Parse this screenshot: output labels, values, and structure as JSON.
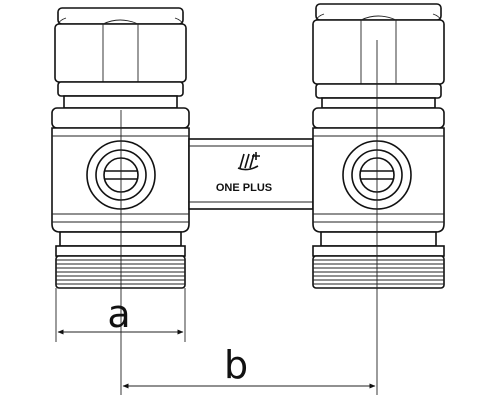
{
  "diagram": {
    "brand_label": "ONE PLUS",
    "dimensions": [
      {
        "id": "a",
        "label": "a"
      },
      {
        "id": "b",
        "label": "b"
      }
    ],
    "line_color": "#111111"
  }
}
